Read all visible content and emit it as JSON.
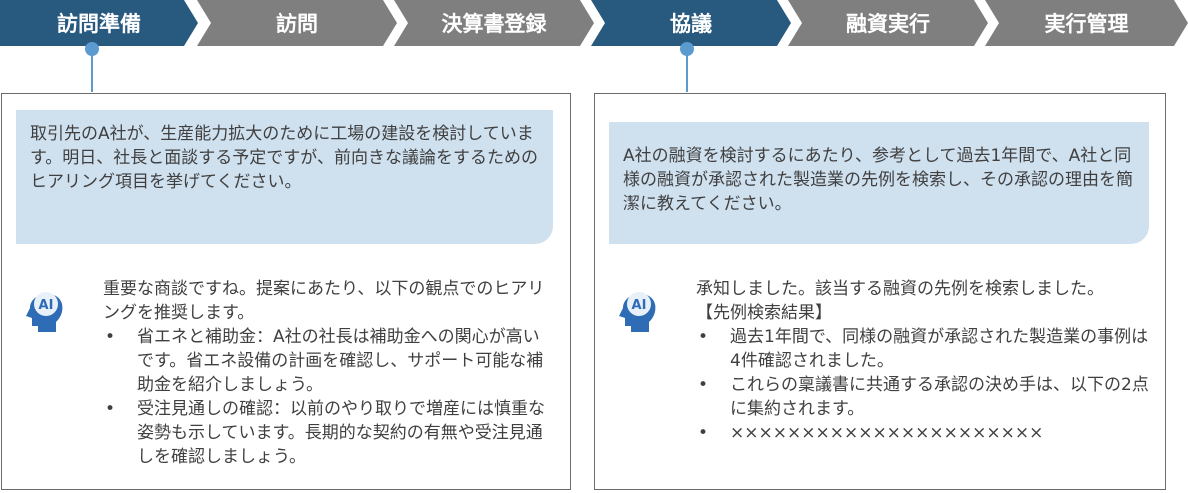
{
  "steps": [
    "訪問準備",
    "訪問",
    "決算書登録",
    "協議",
    "融資実行",
    "実行管理"
  ],
  "colors": {
    "active": "#285a80",
    "inactive": "#7f7f7f",
    "bubble": "#cfe0ef",
    "connector": "#5b9bd0",
    "ai_icon": "#2e6db5"
  },
  "panel1": {
    "prompt": "取引先のA社が、生産能力拡大のために工場の建設を検討しています。明日、社長と面談する予定ですが、前向きな議論をするためのヒアリング項目を挙げてください。",
    "icon": "ai-head-icon",
    "icon_label": "AI",
    "reply_intro": "重要な商談ですね。提案にあたり、以下の観点でのヒアリングを推奨します。",
    "bullets": [
      "省エネと補助金：A社の社長は補助金への関心が高いです。省エネ設備の計画を確認し、サポート可能な補助金を紹介しましょう。",
      "受注見通しの確認：以前のやり取りで増産には慎重な姿勢も示しています。長期的な契約の有無や受注見通しを確認しましょう。"
    ]
  },
  "panel2": {
    "prompt": "A社の融資を検討するにあたり、参考として過去1年間で、A社と同様の融資が承認された製造業の先例を検索し、その承認の理由を簡潔に教えてください。",
    "icon": "ai-head-icon",
    "icon_label": "AI",
    "reply_intro": "承知しました。該当する融資の先例を検索しました。",
    "reply_heading": "【先例検索結果】",
    "bullets": [
      "過去1年間で、同様の融資が承認された製造業の事例は4件確認されました。",
      "これらの稟議書に共通する承認の決め手は、以下の2点に集約されます。",
      "××××××××××××××××××××××"
    ]
  }
}
